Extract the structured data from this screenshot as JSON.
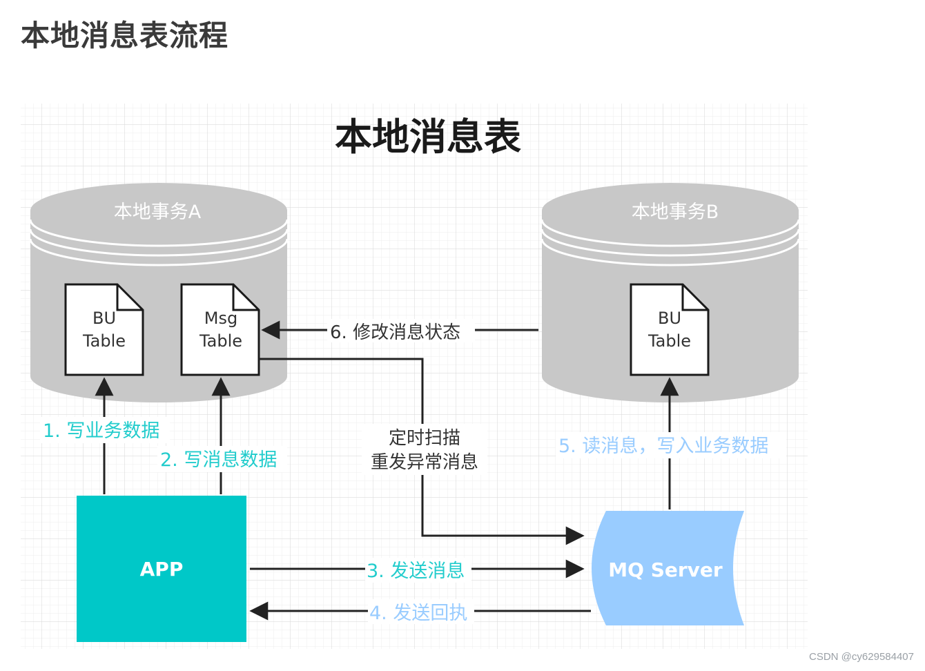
{
  "page_title": "本地消息表流程",
  "diagram": {
    "title": "本地消息表",
    "db_a": {
      "label": "本地事务A",
      "table_bu": [
        "BU",
        "Table"
      ],
      "table_msg": [
        "Msg",
        "Table"
      ]
    },
    "db_b": {
      "label": "本地事务B",
      "table_bu": [
        "BU",
        "Table"
      ]
    },
    "app": {
      "label": "APP"
    },
    "mq": {
      "label": "MQ Server"
    },
    "arrows": {
      "step1": "1. 写业务数据",
      "step2": "2. 写消息数据",
      "step3": "3. 发送消息",
      "step4": "4. 发送回执",
      "step5": "5. 读消息，写入业务数据",
      "step6": "6. 修改消息状态",
      "scan_line1": "定时扫描",
      "scan_line2": "重发异常消息"
    },
    "colors": {
      "app_fill": "#00c8c8",
      "mq_fill": "#99ccff",
      "db_fill": "#c8c8c8",
      "teal_text": "#22cccc",
      "blue_text": "#99ccff",
      "grid": "#e6e6e6"
    }
  },
  "watermark": "CSDN @cy629584407"
}
